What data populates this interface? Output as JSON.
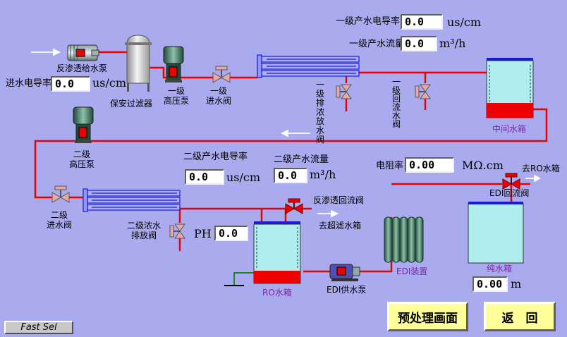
{
  "inlet": {
    "conductivity_label": "进水电导率",
    "conductivity": "0.0",
    "unit": "us/cm"
  },
  "equipment": {
    "ro_feed_pump": "反渗透给水泵",
    "security_filter": "保安过滤器",
    "hp_pump_1": "一级\n高压泵",
    "inlet_valve_1": "一级\n进水阀",
    "concentrate_valve_1": "一\n级\n排\n浓\n放\n水\n阀",
    "reflux_valve_1": "一\n级\n回\n流\n水\n阀",
    "mid_tank": "中间水箱",
    "hp_pump_2": "二级\n高压泵",
    "inlet_valve_2": "二级\n进水阀",
    "concentrate_valve_2": "二级浓水\n排放阀",
    "ro_reflux_valve": "反渗透回流阀",
    "ro_tank": "RO水箱",
    "edi_feed_pump": "EDI供水泵",
    "edi_unit": "EDI装置",
    "edi_reflux_valve": "EDI回流阀",
    "pure_tank": "纯水箱"
  },
  "stage1": {
    "conductivity_label": "一级产水电导率",
    "conductivity": "0.0",
    "conductivity_unit": "us/cm",
    "flow_label": "一级产水流量",
    "flow": "0.0",
    "flow_unit": "m³/h"
  },
  "stage2": {
    "conductivity_label": "二级产水电导率",
    "conductivity": "0.0",
    "conductivity_unit": "us/cm",
    "flow_label": "二级产水流量",
    "flow": "0.0",
    "flow_unit": "m³/h"
  },
  "ph": {
    "label": "PH",
    "value": "0.0"
  },
  "resistivity": {
    "label": "电阻率",
    "value": "0.00",
    "unit": "MΩ.cm"
  },
  "pure_level": {
    "value": "0.00",
    "unit": "m"
  },
  "destinations": {
    "to_ultra_filter": "去超滤水箱",
    "to_ro_tank": "去RO水箱"
  },
  "buttons": {
    "pretreatment": "预处理画面",
    "back": "返　回",
    "fast_sel": "Fast Sel"
  },
  "colors": {
    "pipe": "#ee0000",
    "background": "#aaaaee",
    "water": "#aaeeee",
    "button": "#ffff99"
  }
}
